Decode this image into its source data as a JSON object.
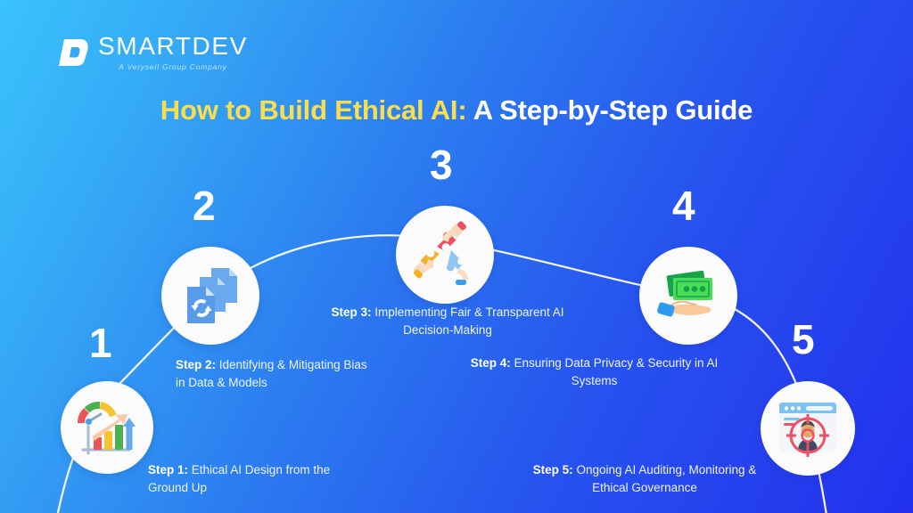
{
  "brand": {
    "name": "SMARTDEV",
    "tagline": "A Verysell Group Company",
    "logo_icon": "smartdev-d-mark"
  },
  "title": {
    "highlight": "How to Build Ethical AI:",
    "rest": " A Step-by-Step Guide",
    "highlight_color": "#fade4e",
    "rest_color": "#ffffff"
  },
  "theme": {
    "bg_from": "#3ac3fb",
    "bg_to": "#2330ee",
    "bubble_fill": "#fbfbfb",
    "line_color": "#ffffff"
  },
  "steps": [
    {
      "number": "1",
      "label": "Step 1:",
      "text": " Ethical AI Design from the Ground Up",
      "icon": "gauge-bar-chart-growth-icon"
    },
    {
      "number": "2",
      "label": "Step 2:",
      "text": " Identifying & Mitigating Bias in Data & Models",
      "icon": "documents-sync-icon"
    },
    {
      "number": "3",
      "label": "Step 3:",
      "text": " Implementing Fair & Transparent AI Decision-Making",
      "icon": "hands-puzzle-pieces-icon"
    },
    {
      "number": "4",
      "label": "Step 4:",
      "text": " Ensuring Data Privacy & Security in AI Systems",
      "icon": "hand-holding-money-icon"
    },
    {
      "number": "5",
      "label": "Step 5:",
      "text": " Ongoing AI Auditing, Monitoring & Ethical Governance",
      "icon": "browser-person-target-icon"
    }
  ]
}
